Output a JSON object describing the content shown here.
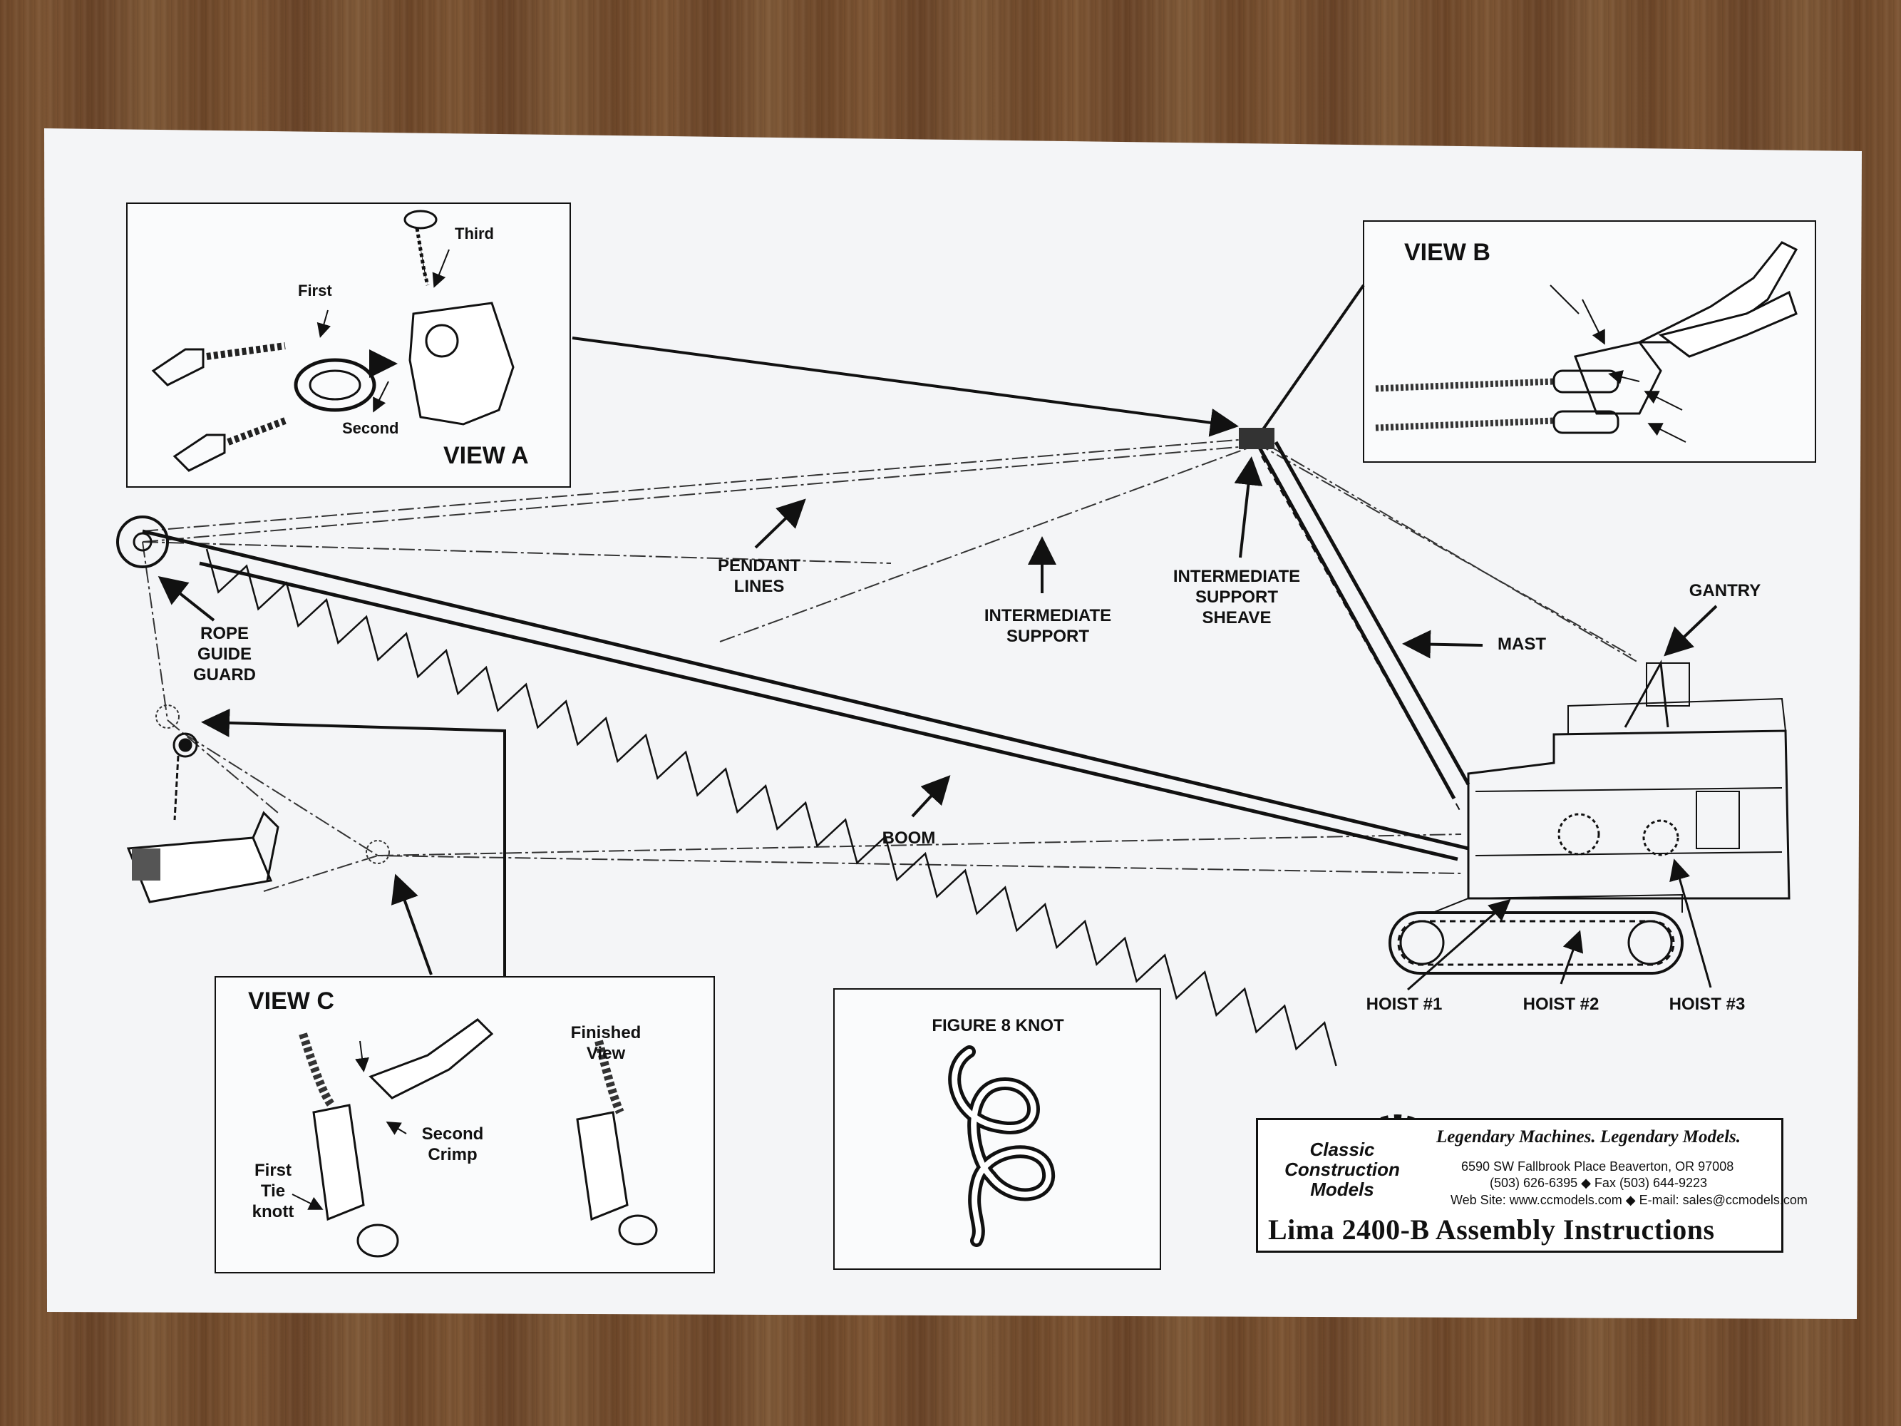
{
  "views": {
    "a": {
      "title": "VIEW A",
      "first": "First",
      "second": "Second",
      "third": "Third"
    },
    "b": {
      "title": "VIEW B"
    },
    "c": {
      "title": "VIEW C",
      "second_crimp": "Second\nCrimp",
      "first_tie": "First\nTie\nknott",
      "finished": "Finished\nView"
    },
    "knot": {
      "title": "FIGURE 8 KNOT"
    }
  },
  "labels": {
    "pendant_lines": "PENDANT\nLINES",
    "intermediate_support": "INTERMEDIATE\nSUPPORT",
    "intermediate_support_sheave": "INTERMEDIATE\nSUPPORT\nSHEAVE",
    "gantry": "GANTRY",
    "mast": "MAST",
    "rope_guide_guard": "ROPE\nGUIDE\nGUARD",
    "boom": "BOOM",
    "hoist1": "HOIST #1",
    "hoist2": "HOIST #2",
    "hoist3": "HOIST #3"
  },
  "company": {
    "logo_line1": "Classic",
    "logo_line2": "Construction",
    "logo_line3": "Models",
    "tagline": "Legendary Machines.  Legendary Models.",
    "address": "6590 SW Fallbrook Place  Beaverton, OR 97008",
    "phone": "(503) 626-6395 ◆ Fax (503) 644-9223",
    "web": "Web Site: www.ccmodels.com ◆ E-mail: sales@ccmodels.com",
    "document_title": "Lima 2400-B Assembly Instructions"
  },
  "colors": {
    "paper": "#f4f5f7",
    "ink": "#111111",
    "wood": "#74502f"
  }
}
